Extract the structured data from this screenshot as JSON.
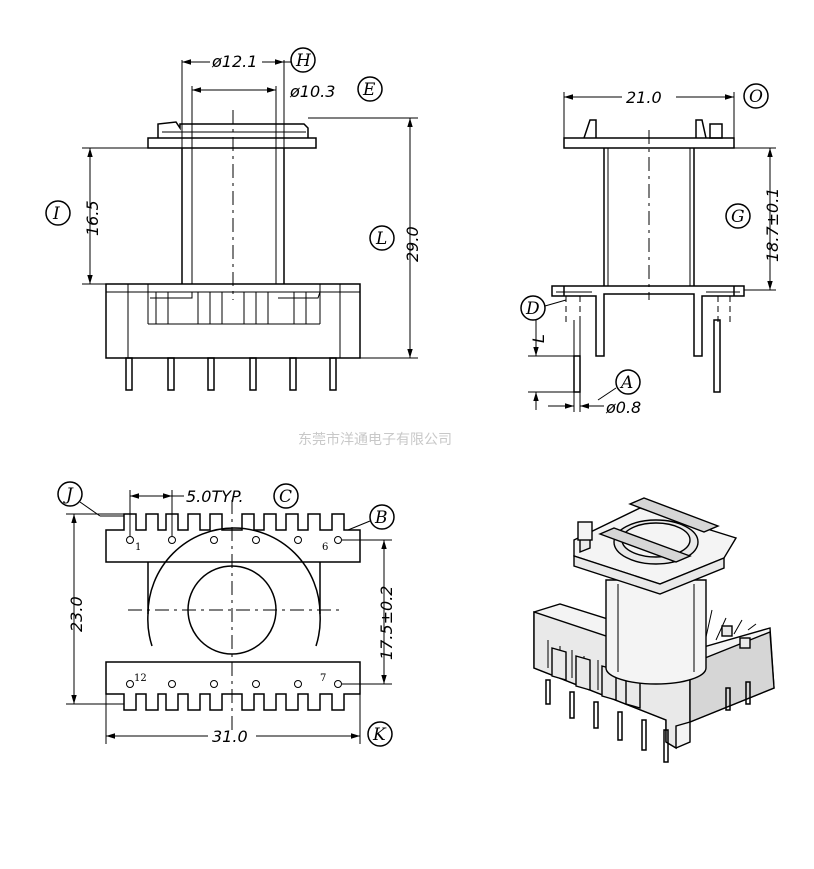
{
  "dimensions": {
    "front_outer_dia": "ø12.1",
    "front_inner_dia": "ø10.3",
    "front_flange_height": "16.5",
    "front_total_height": "29.0",
    "side_width": "21.0",
    "side_height": "18.7±0.1",
    "pin_dia": "ø0.8",
    "pin_length": "L",
    "bottom_pitch": "5.0TYP.",
    "bottom_height": "23.0",
    "bottom_row_span": "17.5±0.2",
    "bottom_width": "31.0"
  },
  "callouts": {
    "A": "A",
    "B": "B",
    "C": "C",
    "D": "D",
    "E": "E",
    "G": "G",
    "H": "H",
    "I": "I",
    "J": "J",
    "K": "K",
    "L": "L",
    "O": "O"
  },
  "pins": {
    "p1": "1",
    "p6": "6",
    "p7": "7",
    "p12": "12"
  },
  "watermark": "东莞市洋通电子有限公司"
}
